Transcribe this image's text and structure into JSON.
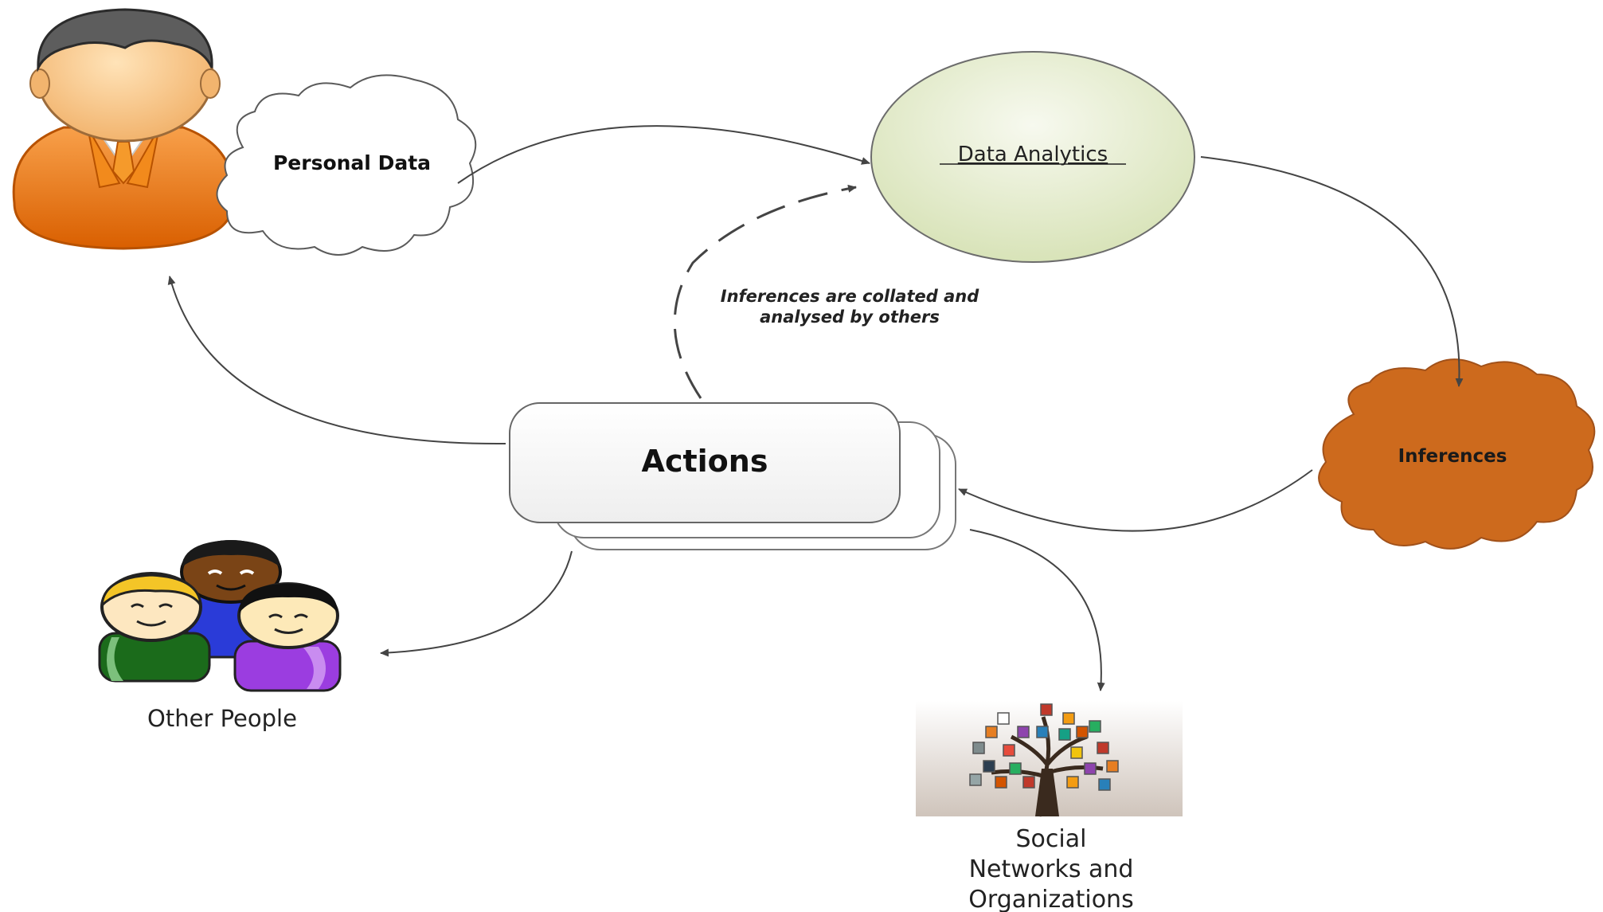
{
  "diagram": {
    "nodes": {
      "person": {
        "icon": "person-icon"
      },
      "personal_data": {
        "label": "Personal Data",
        "icon": "cloud-icon"
      },
      "data_analytics": {
        "label": "Data Analytics"
      },
      "inferences": {
        "label": "Inferences",
        "icon": "cloud-icon"
      },
      "actions": {
        "label": "Actions"
      },
      "other_people": {
        "label": "Other People",
        "icon": "people-group-icon"
      },
      "social_networks": {
        "label_lines": [
          "Social",
          "Networks and",
          "Organizations"
        ],
        "icon": "social-tree-icon"
      }
    },
    "annotation": {
      "lines": [
        "Inferences are collated and",
        "analysed by others"
      ]
    },
    "colors": {
      "person_orange": "#f07a0c",
      "analytics_fill": "#e9efd9",
      "inferences_fill": "#cd6a1d",
      "arrow": "#444444"
    }
  }
}
